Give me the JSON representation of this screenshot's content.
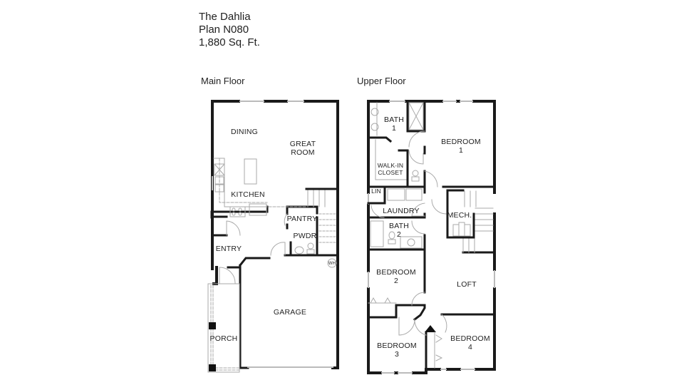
{
  "header": {
    "plan_name": "The Dahlia",
    "plan_number": "Plan N080",
    "square_feet": "1,880 Sq. Ft."
  },
  "floors": [
    {
      "label": "Main Floor",
      "rooms": {
        "dining": "DINING",
        "great_room_1": "GREAT",
        "great_room_2": "ROOM",
        "kitchen": "KITCHEN",
        "pantry": "PANTRY",
        "pwdr": "PWDR",
        "entry": "ENTRY",
        "garage": "GARAGE",
        "porch": "PORCH",
        "water_heater": "WH"
      }
    },
    {
      "label": "Upper Floor",
      "rooms": {
        "bath1_1": "BATH",
        "bath1_2": "1",
        "bedroom1_1": "BEDROOM",
        "bedroom1_2": "1",
        "walkin_1": "WALK-IN",
        "walkin_2": "CLOSET",
        "lin": "LIN",
        "laundry": "LAUNDRY",
        "mech": "MECH.",
        "bath2_1": "BATH",
        "bath2_2": "2",
        "bedroom2_1": "BEDROOM",
        "bedroom2_2": "2",
        "loft": "LOFT",
        "bedroom3_1": "BEDROOM",
        "bedroom3_2": "3",
        "bedroom4_1": "BEDROOM",
        "bedroom4_2": "4"
      }
    }
  ],
  "colors": {
    "wall": "#1a1a1a",
    "fixture": "#9a9a9a",
    "window": "#bbbbbb"
  }
}
